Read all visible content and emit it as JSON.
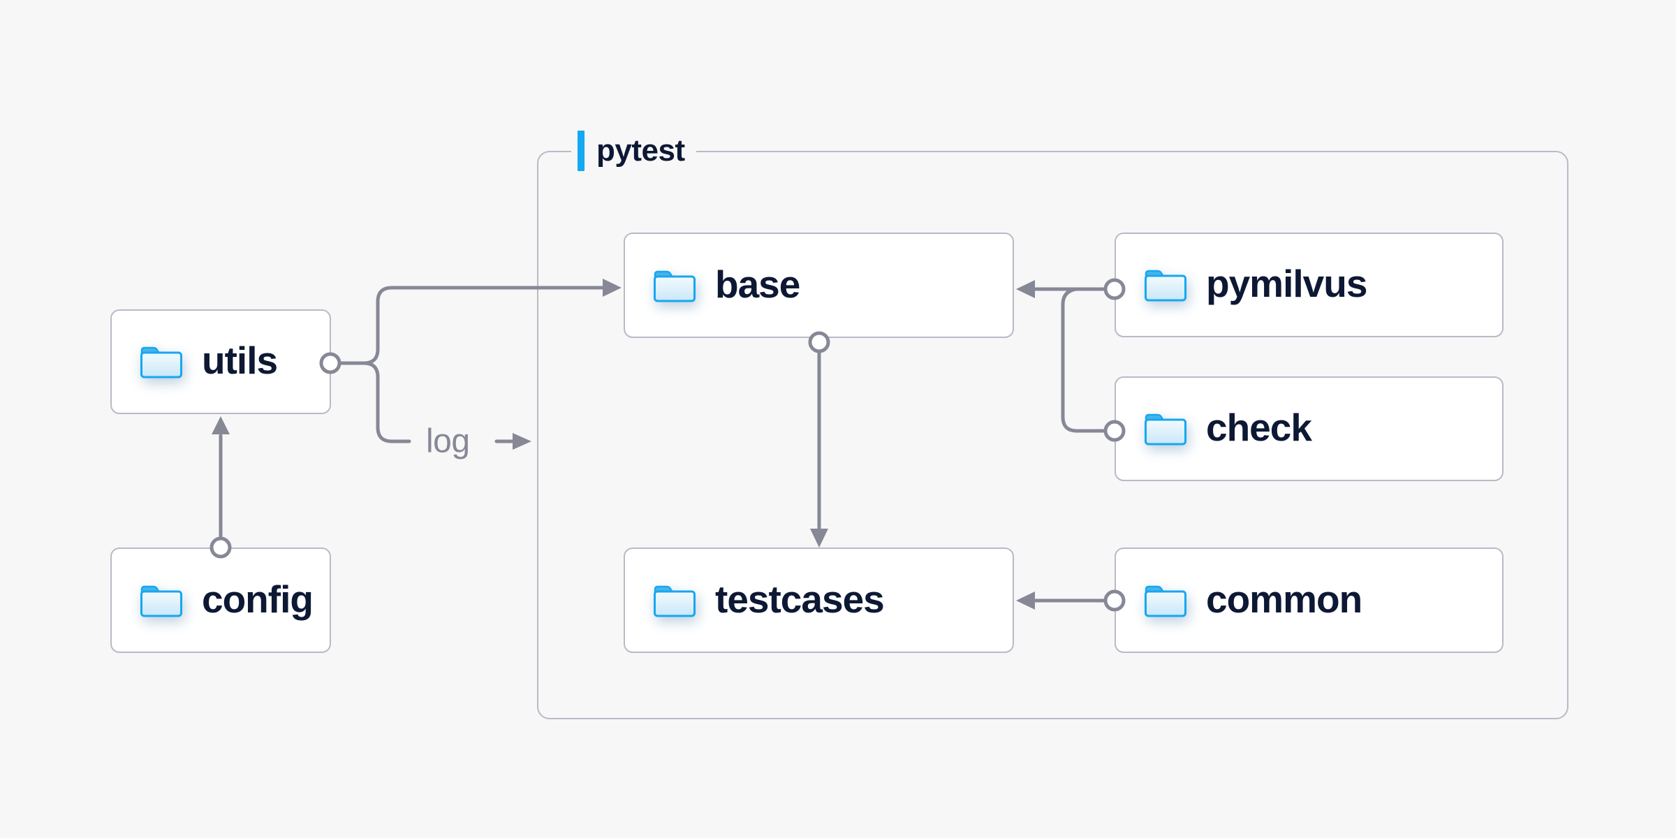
{
  "diagram": {
    "background": "#f7f7f8",
    "group": {
      "label": "pytest",
      "accent_color": "#14a9f1"
    },
    "nodes": [
      {
        "id": "utils",
        "label": "utils",
        "icon": "folder-icon"
      },
      {
        "id": "config",
        "label": "config",
        "icon": "folder-icon"
      },
      {
        "id": "base",
        "label": "base",
        "icon": "folder-icon"
      },
      {
        "id": "pymilvus",
        "label": "pymilvus",
        "icon": "folder-icon"
      },
      {
        "id": "check",
        "label": "check",
        "icon": "folder-icon"
      },
      {
        "id": "testcases",
        "label": "testcases",
        "icon": "folder-icon"
      },
      {
        "id": "common",
        "label": "common",
        "icon": "folder-icon"
      }
    ],
    "log_label": "log",
    "edges": [
      {
        "from": "config",
        "to": "utils",
        "marker": "circle-to-arrow"
      },
      {
        "from": "utils",
        "to": "base",
        "marker": "circle-to-arrow"
      },
      {
        "from": "utils",
        "to": "log",
        "marker": "circle-to-arrow",
        "label": "log"
      },
      {
        "from": "pymilvus",
        "to": "base",
        "marker": "circle-to-arrow"
      },
      {
        "from": "check",
        "to": "base",
        "marker": "circle-to-arrow"
      },
      {
        "from": "base",
        "to": "testcases",
        "marker": "circle-to-arrow"
      },
      {
        "from": "common",
        "to": "testcases",
        "marker": "circle-to-arrow"
      }
    ],
    "colors": {
      "node_border": "#b9bac6",
      "wire_gray": "#878896",
      "text_navy": "#0d1834",
      "accent_blue": "#14a9f1",
      "folder_blue": "#17a7ef",
      "log_label_gray": "#878896"
    }
  }
}
